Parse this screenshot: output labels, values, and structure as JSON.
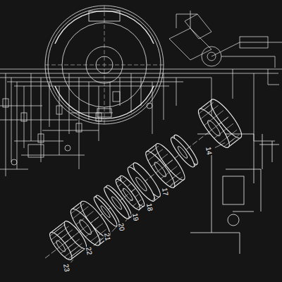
{
  "diagram": {
    "labels": [
      "23",
      "22",
      "21",
      "20",
      "19",
      "18",
      "17",
      "14"
    ]
  }
}
